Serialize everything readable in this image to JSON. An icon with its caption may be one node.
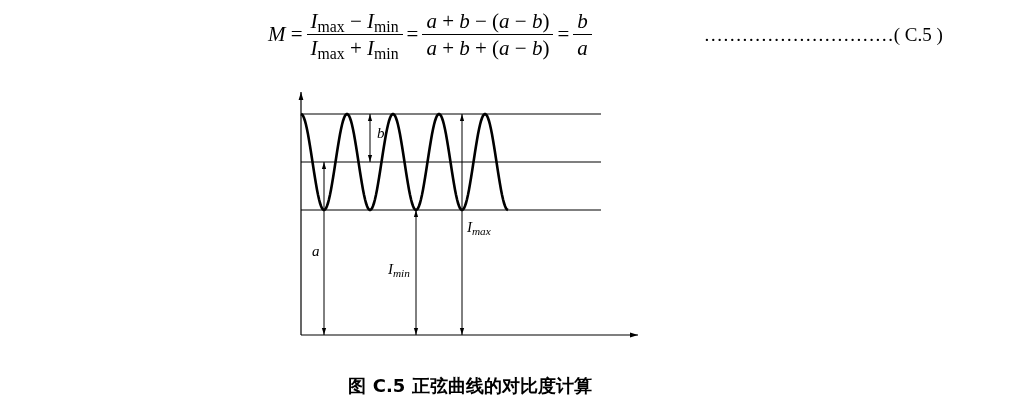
{
  "diagram": {
    "caption": "图 C.5 正弦曲线的对比度计算",
    "labels": [
      "*M* =",
      "*I*$_{max}$ − *I*$_{min}$",
      "*I*$_{max}$ + *I*$_{min}$",
      "=",
      "*a* + *b* − (*a* − *b*)",
      "*a* + *b* + (*a* − *b*)",
      "=",
      "*b*",
      "*a*",
      "…………………………( C.5 )",
      "b",
      "a",
      "*I*$_{min}$",
      "*I*$_{max}$"
    ]
  }
}
